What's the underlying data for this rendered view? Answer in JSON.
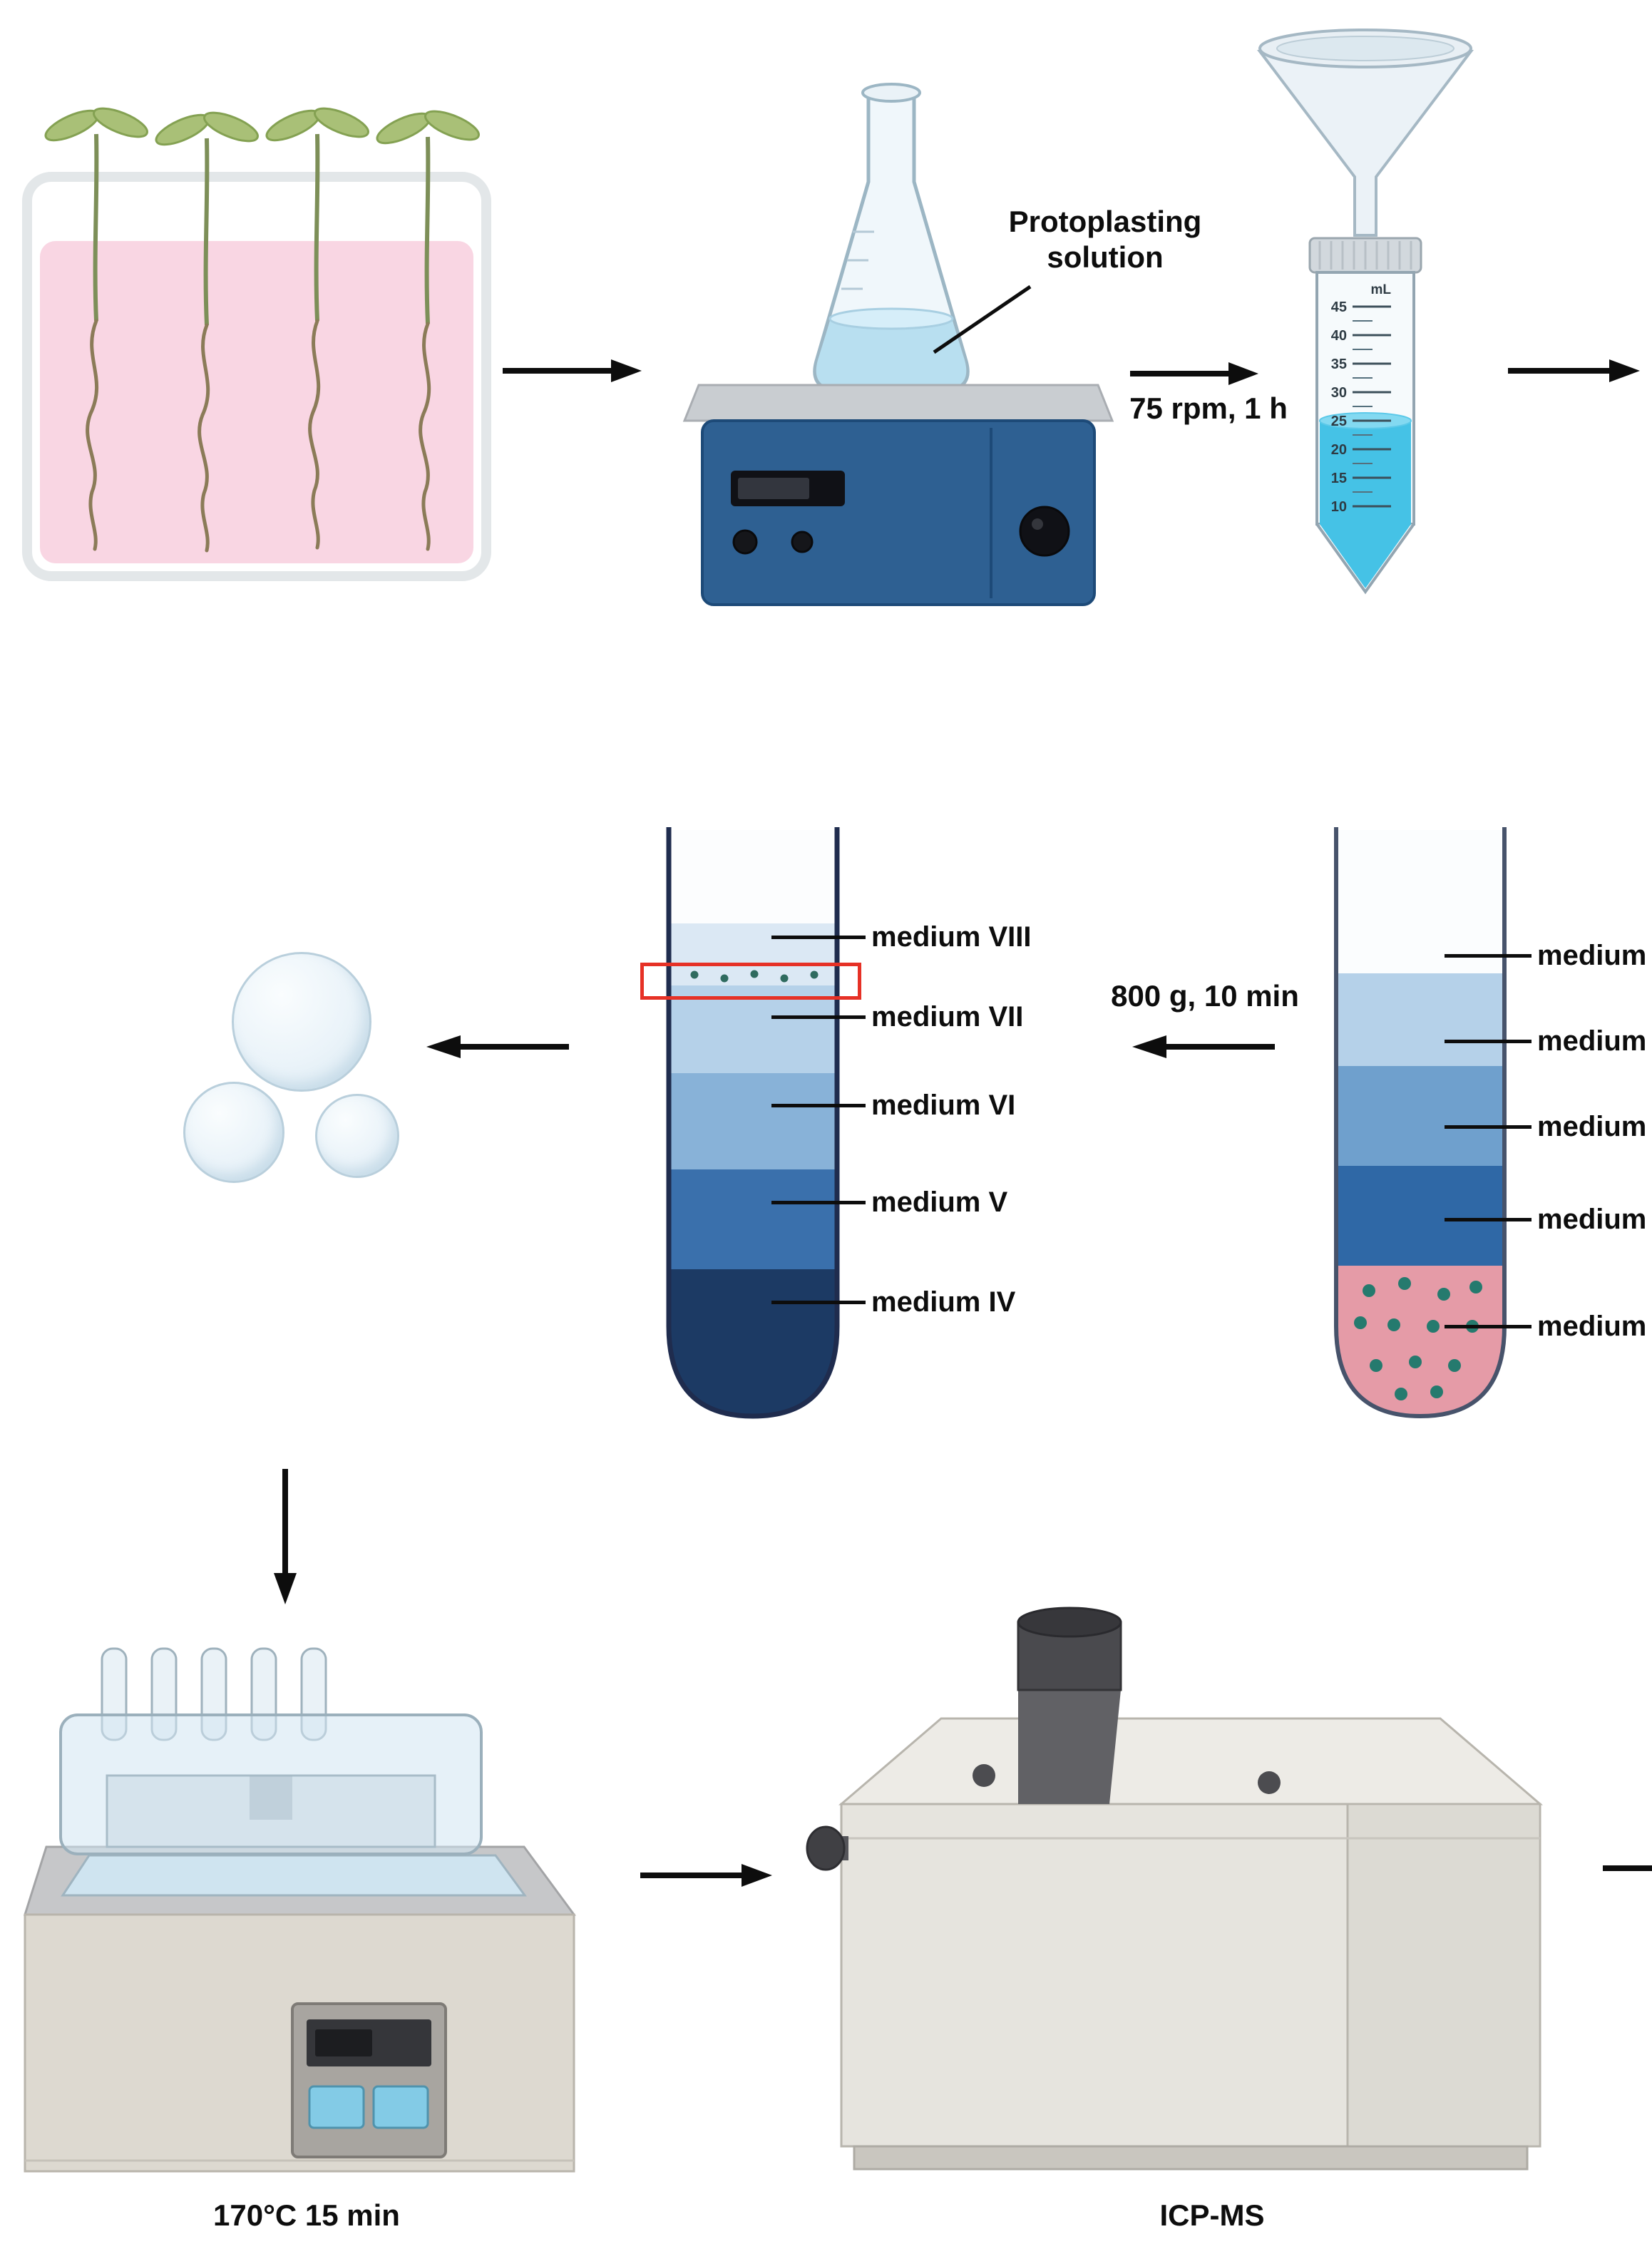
{
  "labels": {
    "protoplasting_solution": [
      "Protoplasting",
      "solution"
    ],
    "shaking": "75 rpm, 1 h",
    "centrifugation": "800 g, 10 min",
    "water_bath": "170°C 15 min",
    "instrument": "ICP-MS"
  },
  "conical_tube": {
    "unit": "mL",
    "graduations": [
      "45",
      "40",
      "35",
      "30",
      "25",
      "20",
      "15",
      "10"
    ]
  },
  "fraction_tube": {
    "labels": [
      "medium VIII",
      "medium VII",
      "medium VI",
      "medium V",
      "medium IV"
    ],
    "highlight_color": "#e63126"
  },
  "gradient_tube": {
    "labels": [
      "medium",
      "medium",
      "medium",
      "medium",
      "medium"
    ]
  },
  "colors": {
    "arrow": "#0d0d0d",
    "seedling_medium_pink": "#f9d6e3",
    "leaf_green": "#a9c077",
    "stirrer_blue": "#2e6092",
    "flask_liquid": "#b8dff0",
    "conical_tube_liquid": "#45c2e6",
    "gradient_layers_center": [
      "#fcfdfe",
      "#dbe8f4",
      "#b5d1e9",
      "#88b2d8",
      "#3a70ac",
      "#1c3a64"
    ],
    "gradient_layers_right": [
      "#fbfdfe",
      "#b5d1e9",
      "#6fa0cd",
      "#2f68a6",
      "#e59ba7"
    ],
    "pellet_dots_teal": "#257a6e"
  }
}
